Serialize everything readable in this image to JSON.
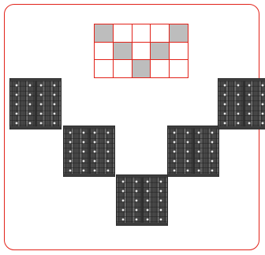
{
  "colors": {
    "frame": "#e2231a",
    "grid_line": "#e2231a",
    "cell_on": "#bdbdbd",
    "cell_off": "#ffffff",
    "panel": "#3a3a3a"
  },
  "pattern_grid": {
    "rows": 3,
    "cols": 5,
    "cells": [
      [
        1,
        0,
        0,
        0,
        1
      ],
      [
        0,
        1,
        0,
        1,
        0
      ],
      [
        0,
        0,
        1,
        0,
        0
      ]
    ]
  },
  "panels": [
    {
      "id": "panel-1",
      "step": 1
    },
    {
      "id": "panel-2",
      "step": 2
    },
    {
      "id": "panel-3",
      "step": 3
    },
    {
      "id": "panel-4",
      "step": 2
    },
    {
      "id": "panel-5",
      "step": 1
    }
  ]
}
